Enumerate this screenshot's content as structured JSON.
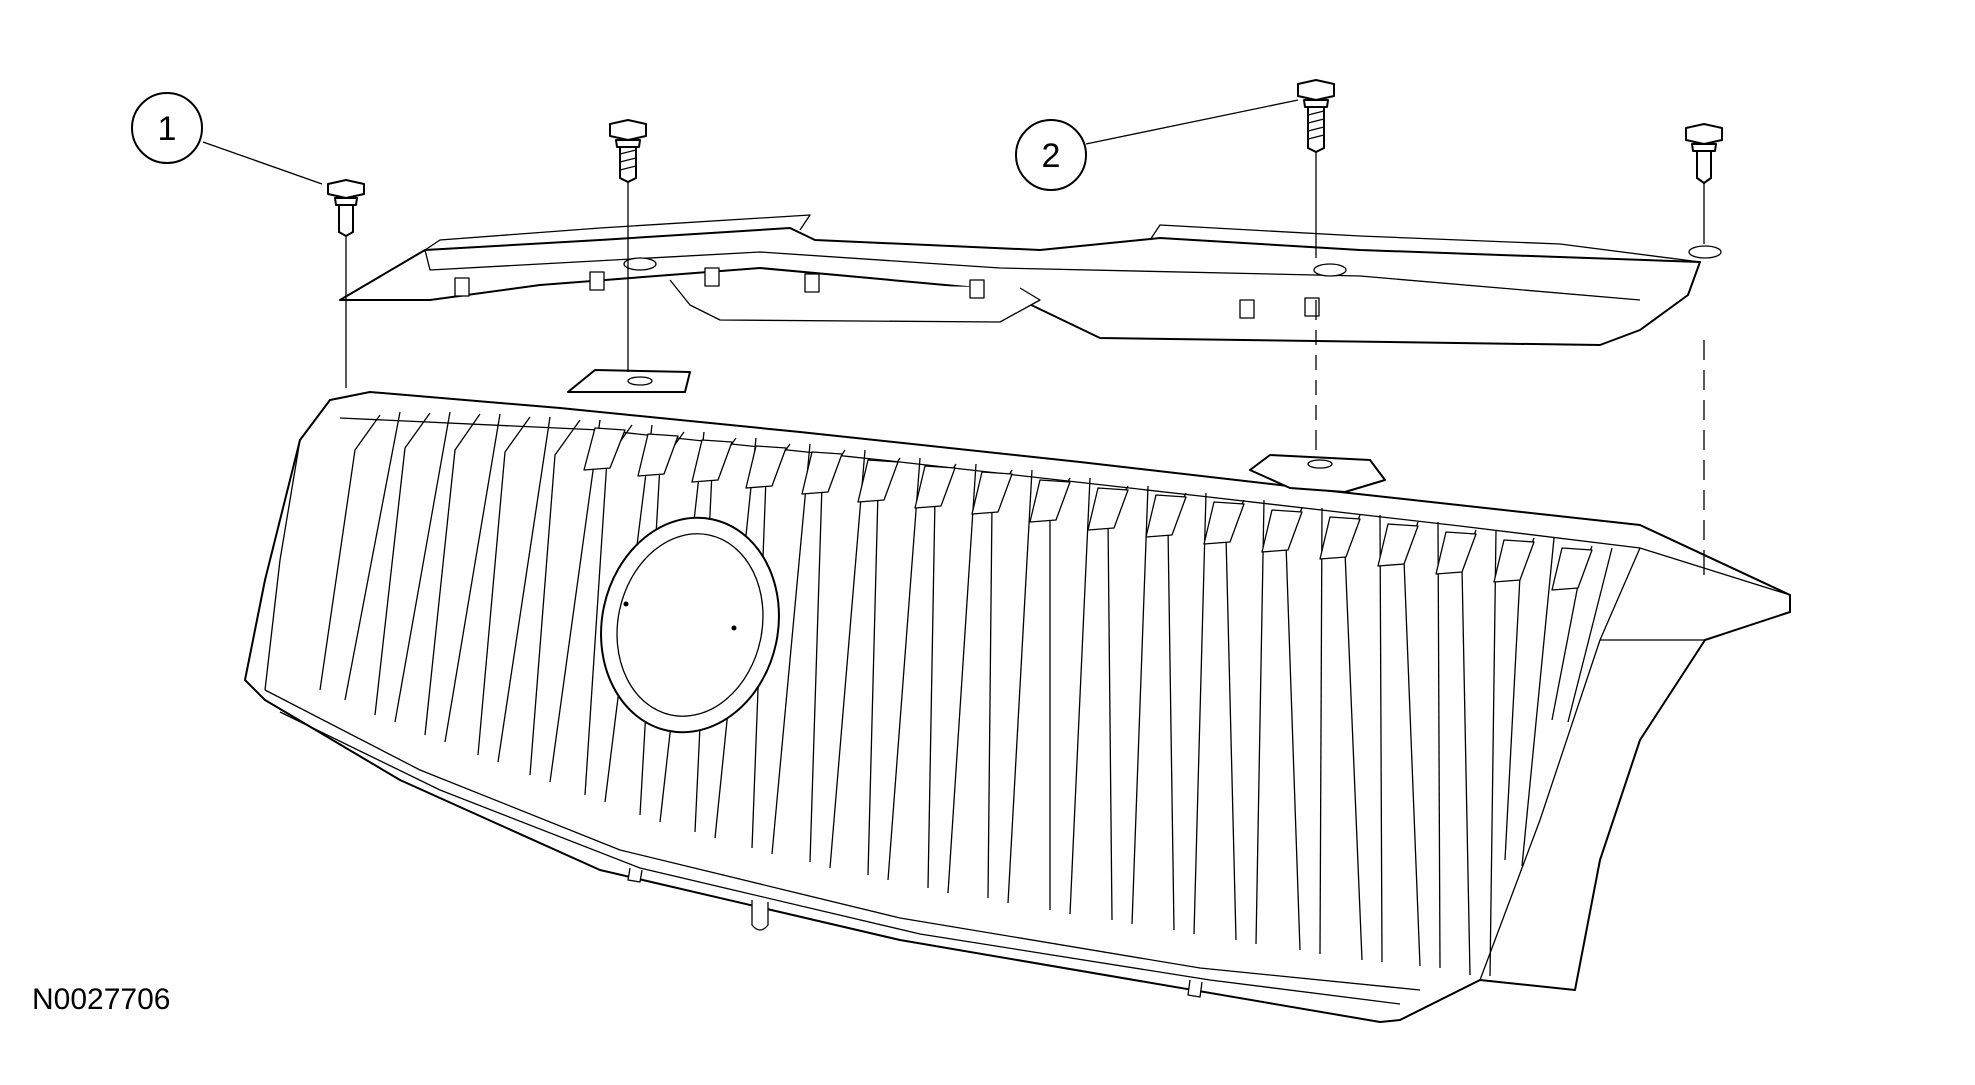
{
  "callouts": [
    {
      "label": "1",
      "part": "bolt-short"
    },
    {
      "label": "2",
      "part": "bolt-long"
    }
  ],
  "figure_id": "N0027706",
  "colors": {
    "line": "#000000",
    "background": "#ffffff"
  }
}
